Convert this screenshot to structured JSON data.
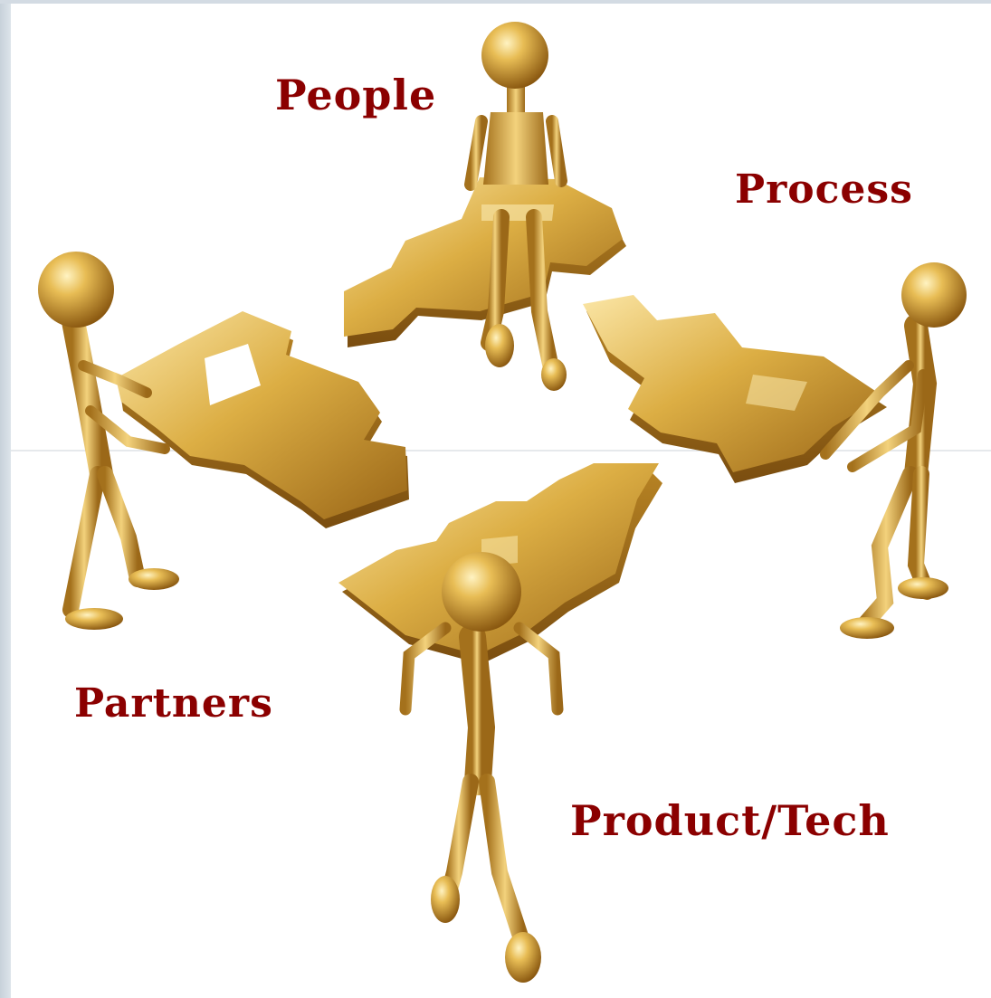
{
  "labels": {
    "people": "People",
    "process": "Process",
    "partners": "Partners",
    "product_tech": "Product/Tech"
  },
  "colors": {
    "label": "#8b0000",
    "gold_light": "#f6dc8e",
    "gold_mid": "#d8a93a",
    "gold_dark": "#8a5a12",
    "background": "#ffffff",
    "frame": "#cfd8e0"
  },
  "icons": [
    "figure-icon",
    "arrow-puzzle-piece-icon"
  ]
}
